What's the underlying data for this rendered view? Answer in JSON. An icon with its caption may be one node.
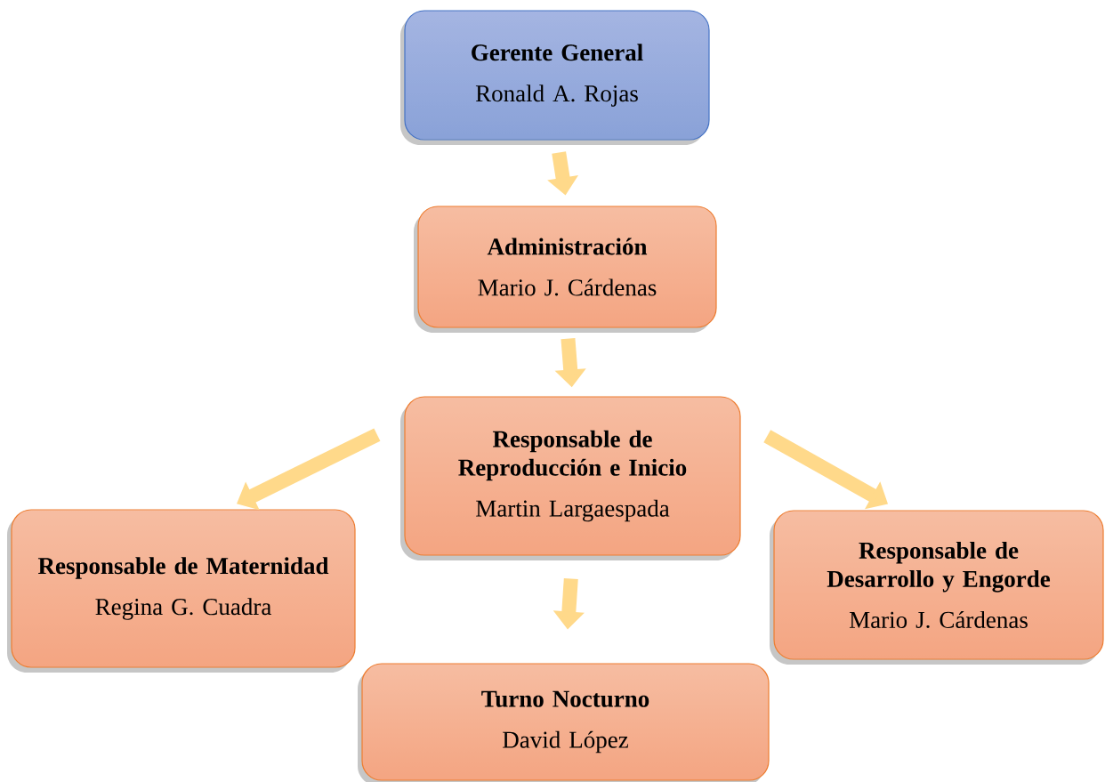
{
  "diagram": {
    "nodes": [
      {
        "text": [
          "Gerente General",
          "Ronald A. Rojas"
        ]
      },
      {
        "text": [
          "Administración",
          "Mario J. Cárdenas"
        ]
      },
      {
        "text": [
          "Responsable de Reproducción e Inicio",
          "Martin Largaespada"
        ]
      },
      {
        "text": [
          "Responsable de Maternidad",
          "Regina G. Cuadra"
        ]
      },
      {
        "text": [
          "Responsable de Desarrollo y Engorde",
          "Mario J. Cárdenas"
        ]
      },
      {
        "text": [
          "Turno Nocturno",
          "David López"
        ]
      }
    ],
    "edges": [
      {
        "from": 0,
        "to": 1,
        "arrow": "to"
      },
      {
        "from": 1,
        "to": 2,
        "arrow": "to"
      },
      {
        "from": 2,
        "to": 3,
        "arrow": "to"
      },
      {
        "from": 2,
        "to": 4,
        "arrow": "to"
      },
      {
        "from": 2,
        "to": 5,
        "arrow": "to"
      }
    ]
  }
}
